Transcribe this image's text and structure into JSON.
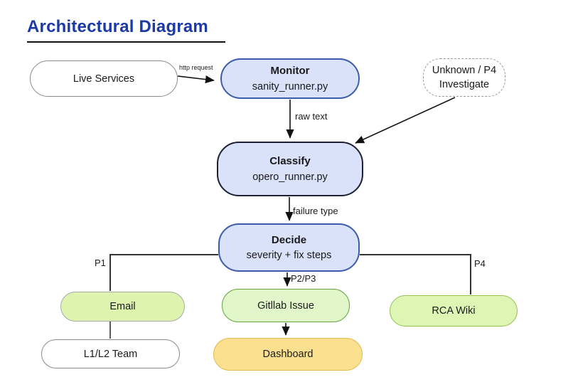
{
  "title": {
    "text": "Architectural Diagram",
    "color": "#1c3aa5",
    "underline_color": "#111111"
  },
  "nodes": {
    "live_services": {
      "label": "Live Services",
      "fill": "#ffffff",
      "border": "#8a8a8a"
    },
    "monitor": {
      "title": "Monitor",
      "subtitle": "sanity_runner.py",
      "fill": "#d9e2f9",
      "border": "#3c5ba8"
    },
    "unknown_p4": {
      "line1": "Unknown / P4",
      "line2": "Investigate",
      "fill": "#ffffff",
      "border": "#9a9a9a",
      "border_style": "dashed"
    },
    "classify": {
      "title": "Classify",
      "subtitle": "opero_runner.py",
      "fill": "#d9e2f9",
      "border": "#1f1f33"
    },
    "decide": {
      "title": "Decide",
      "subtitle": "severity + fix steps",
      "fill": "#d9e2f9",
      "border": "#3c5ba8"
    },
    "email": {
      "label": "Email",
      "fill": "#ddf3ae",
      "border": "#a8a8a8"
    },
    "gitlab_issue": {
      "label": "Gitllab Issue",
      "fill": "#e1f6c9",
      "border": "#67a744"
    },
    "rca_wiki": {
      "label": "RCA Wiki",
      "fill": "#def6b4",
      "border": "#95c24d"
    },
    "l1l2_team": {
      "label": "L1/L2 Team",
      "fill": "#ffffff",
      "border": "#8a8a8a"
    },
    "dashboard": {
      "label": "Dashboard",
      "fill": "#fbe18f",
      "border": "#e5b94e"
    }
  },
  "edges": {
    "live_to_monitor": {
      "from": "live_services",
      "to": "monitor",
      "label": "http request",
      "arrow": true
    },
    "monitor_to_classify": {
      "from": "monitor",
      "to": "classify",
      "label": "raw text",
      "arrow": true
    },
    "unknown_to_classify": {
      "from": "unknown_p4",
      "to": "classify",
      "label": "",
      "arrow": true
    },
    "classify_to_decide": {
      "from": "classify",
      "to": "decide",
      "label": "failure type",
      "arrow": true
    },
    "decide_to_email": {
      "from": "decide",
      "to": "email",
      "label": "P1",
      "arrow": false
    },
    "decide_to_gitlab": {
      "from": "decide",
      "to": "gitlab_issue",
      "label": "P2/P3",
      "arrow": true
    },
    "decide_to_rca": {
      "from": "decide",
      "to": "rca_wiki",
      "label": "P4",
      "arrow": false
    },
    "email_to_l1l2": {
      "from": "email",
      "to": "l1l2_team",
      "label": "",
      "arrow": false
    },
    "gitlab_to_dashboard": {
      "from": "gitlab_issue",
      "to": "dashboard",
      "label": "",
      "arrow": true
    }
  }
}
